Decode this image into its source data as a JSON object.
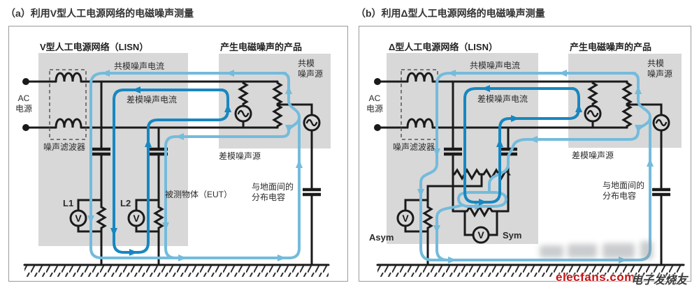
{
  "colors": {
    "light_blue": "#74bbdc",
    "dark_blue": "#1787c0",
    "box_gray": "#d8d8d8",
    "line_black": "#1a1a1a",
    "watermark_red": "#cc1111"
  },
  "panel_a": {
    "title": "（a）利用V型人工电源网络的电磁噪声测量",
    "lisn_label": "V型人工电源网络（LISN）",
    "product_label": "产生电磁噪声的产品",
    "cm_current": "共模噪声电流",
    "dm_current": "差模噪声电流",
    "cm_source_line1": "共模",
    "cm_source_line2": "噪声源",
    "ac_line1": "AC",
    "ac_line2": "电源",
    "noise_filter": "噪声滤波器",
    "dm_source": "差模噪声源",
    "eut": "被测物体（EUT）",
    "ground_cap_line1": "与地面间的",
    "ground_cap_line2": "分布电容",
    "meter1": "L1",
    "meter2": "L2"
  },
  "panel_b": {
    "title": "（b）利用Δ型人工电源网络的电磁噪声测量",
    "lisn_label": "Δ型人工电源网络（LISN）",
    "product_label": "产生电磁噪声的产品",
    "cm_current": "共模噪声电流",
    "dm_current": "差模噪声电流",
    "cm_source_line1": "共模",
    "cm_source_line2": "噪声源",
    "ac_line1": "AC",
    "ac_line2": "电源",
    "noise_filter": "噪声滤波器",
    "dm_source": "差模噪声源",
    "ground_cap_line1": "与地面间的",
    "ground_cap_line2": "分布电容",
    "meter1": "Asym",
    "meter2": "Sym"
  },
  "labels": {
    "voltmeter": "V"
  },
  "watermark": {
    "site": "elecfans.com",
    "name": "电子发烧友"
  }
}
